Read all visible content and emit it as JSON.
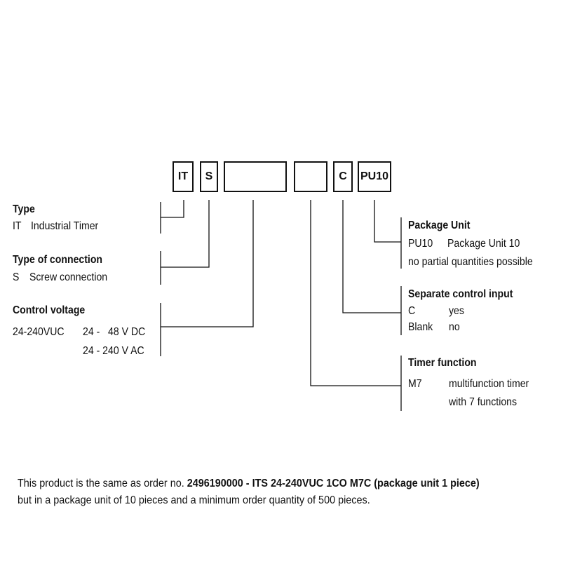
{
  "code_boxes": [
    "IT",
    "S",
    "",
    "",
    "C",
    "PU10"
  ],
  "left": {
    "type": {
      "heading": "Type",
      "code": "IT",
      "desc": "Industrial Timer"
    },
    "connection": {
      "heading": "Type of connection",
      "code": "S",
      "desc": "Screw connection"
    },
    "voltage": {
      "heading": "Control voltage",
      "code": "24-240VUC",
      "line1": "24 -   48 V DC",
      "line2": "24 - 240 V AC"
    }
  },
  "right": {
    "package": {
      "heading": "Package Unit",
      "code": "PU10",
      "desc": "Package Unit 10",
      "note": "no partial quantities possible"
    },
    "control_input": {
      "heading": "Separate control input",
      "code1": "C",
      "val1": "yes",
      "code2": "Blank",
      "val2": "no"
    },
    "timer": {
      "heading": "Timer function",
      "code": "M7",
      "desc1": "multifunction timer",
      "desc2": "with 7 functions"
    }
  },
  "footer": {
    "prefix": "This product is the same as order no.",
    "order": "2496190000 - ITS 24-240VUC 1CO M7C (package unit 1 piece)",
    "line2": "but in a package unit of 10 pieces and a minimum order quantity of 500 pieces."
  }
}
